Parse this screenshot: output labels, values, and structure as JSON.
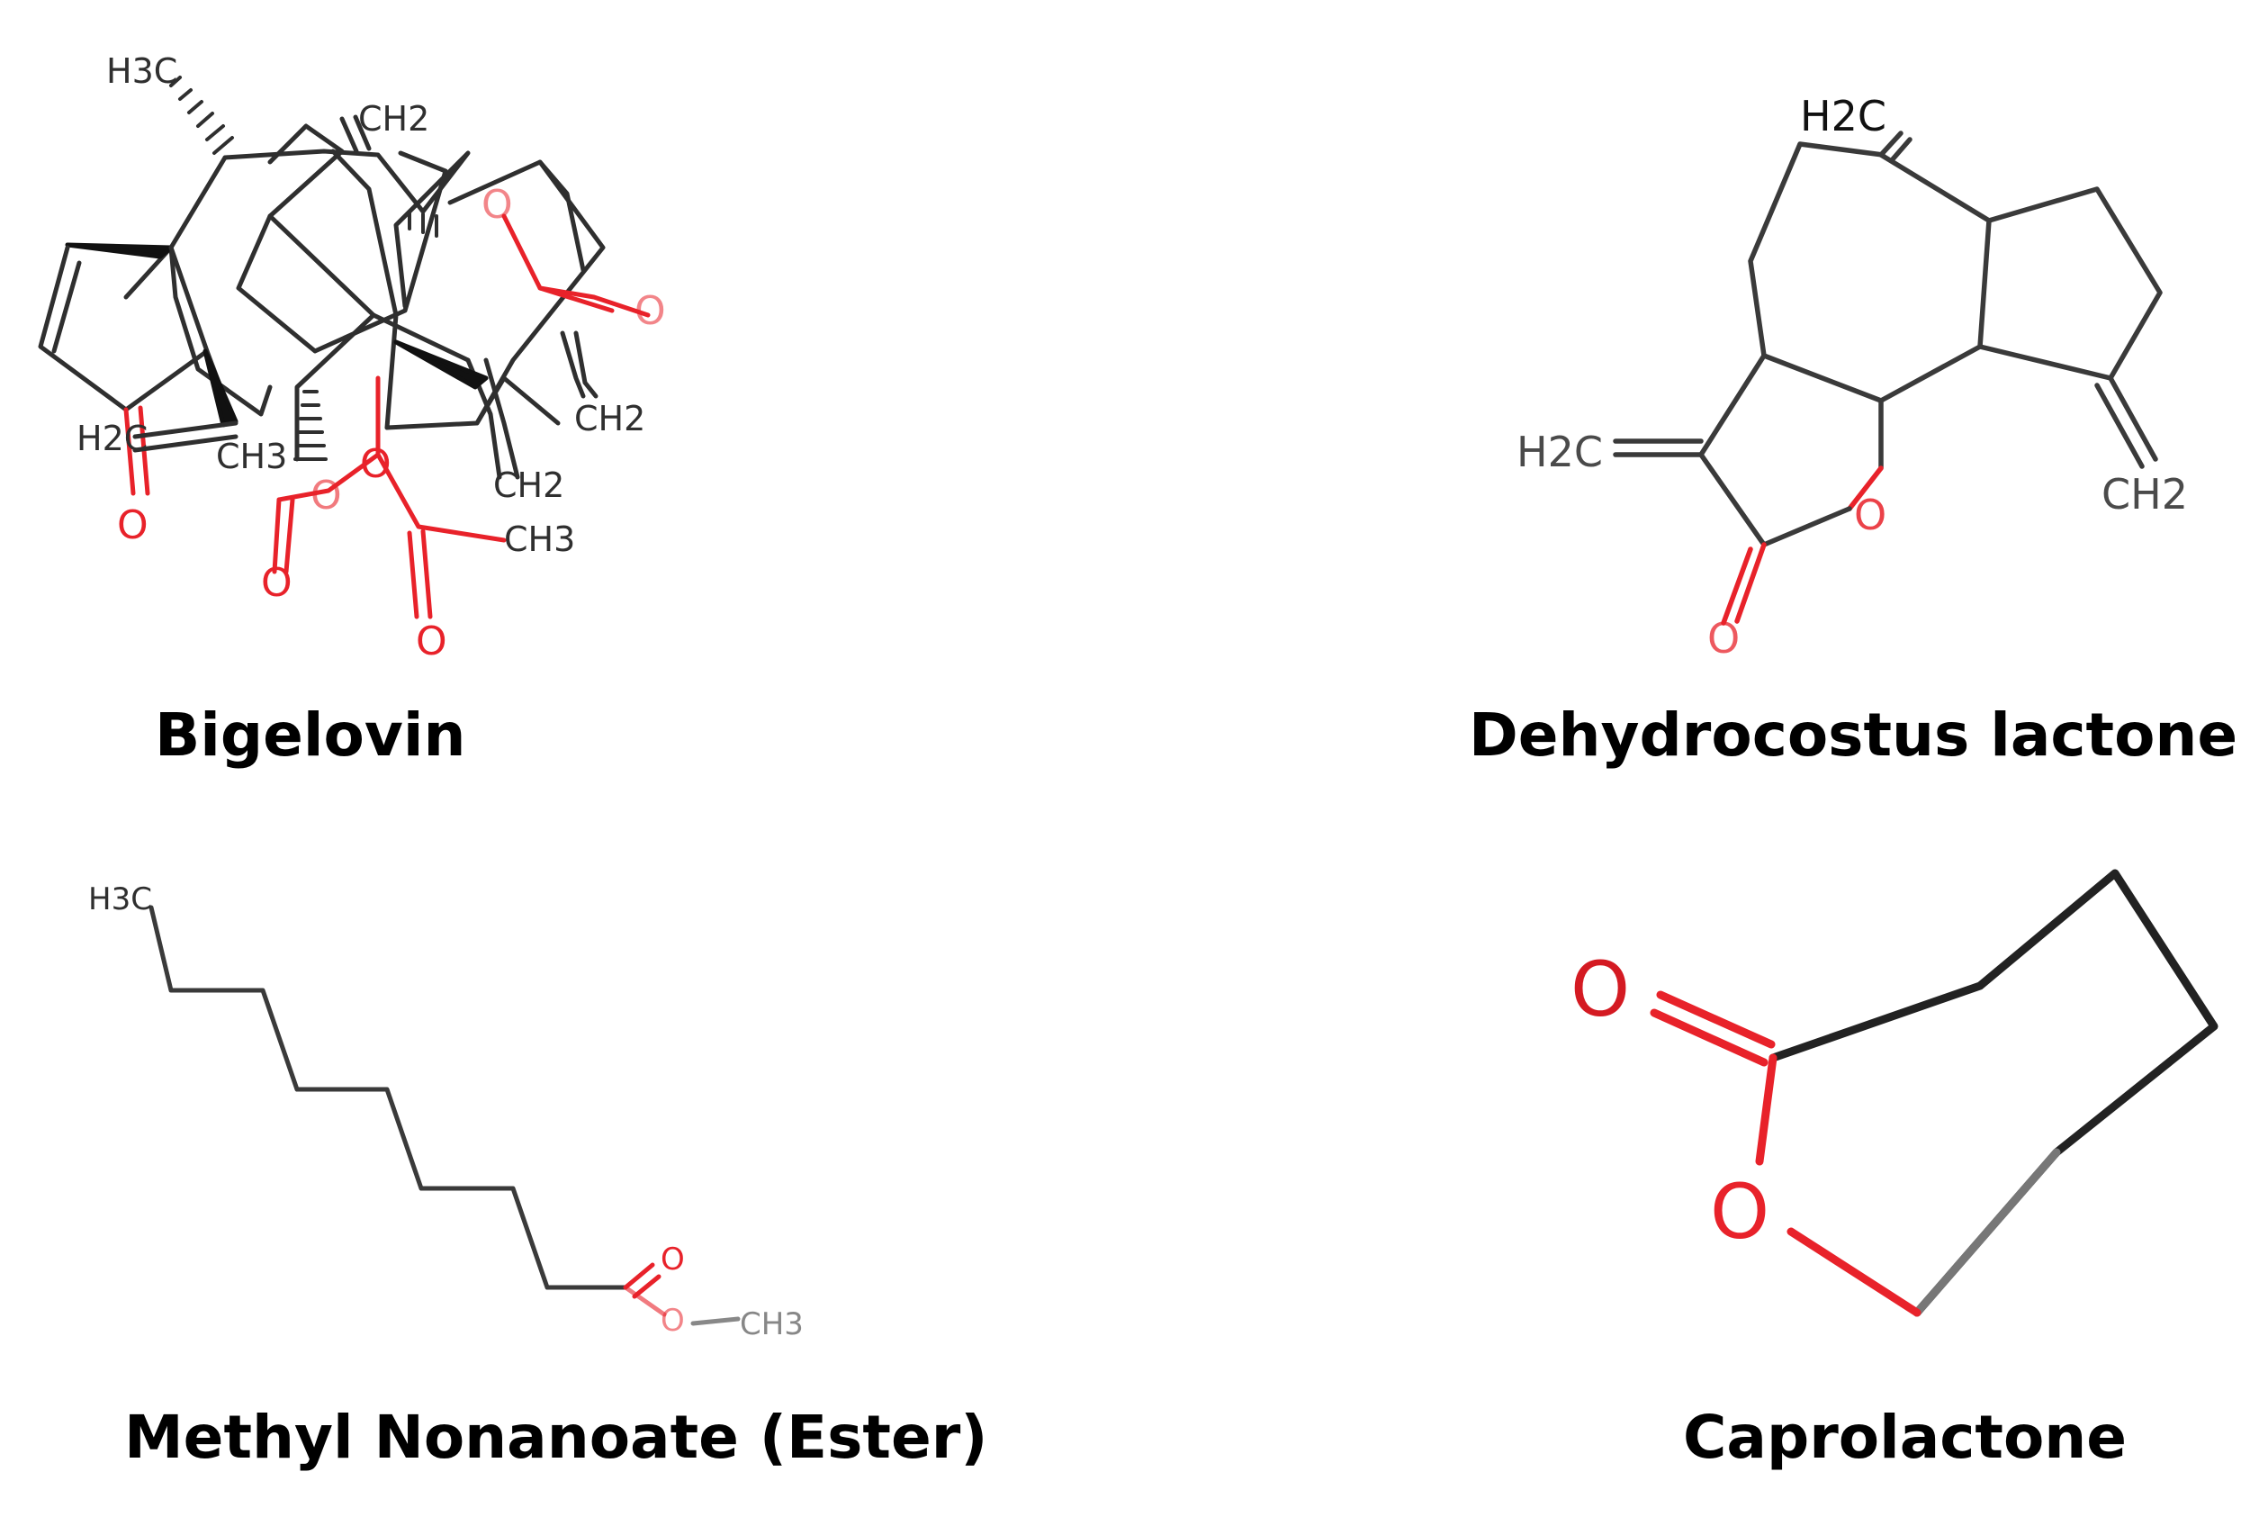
{
  "molecules": [
    {
      "name": "Bigelovin",
      "atom_labels": [
        "H3C",
        "CH2",
        "O",
        "O",
        "CH2",
        "H2C",
        "CH3",
        "CH2",
        "O",
        "O",
        "O",
        "O",
        "CH3",
        "O"
      ]
    },
    {
      "name": "Dehydrocostus lactone",
      "atom_labels": [
        "H2C",
        "H2C",
        "CH2",
        "O",
        "O"
      ]
    },
    {
      "name": "Methyl Nonanoate (Ester)",
      "atom_labels": [
        "H3C",
        "O",
        "O",
        "CH3"
      ]
    },
    {
      "name": "Caprolactone",
      "atom_labels": [
        "O",
        "O"
      ]
    }
  ],
  "colors": {
    "bond": "#2f2f2f",
    "oxygen": "#e8222a",
    "text": "#000000",
    "background": "#ffffff"
  }
}
